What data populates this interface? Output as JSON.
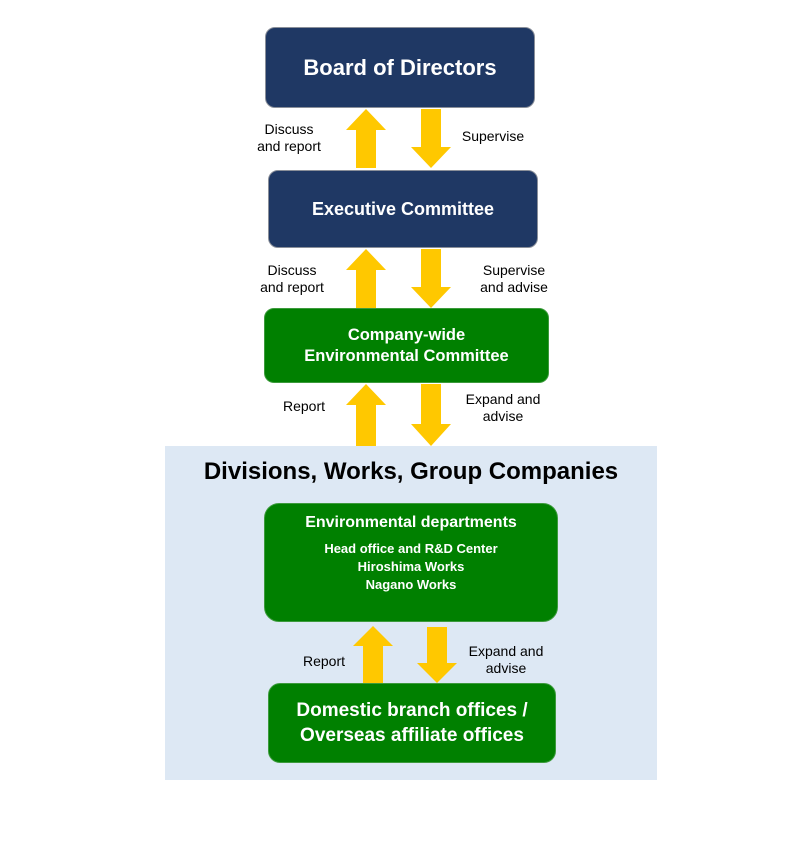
{
  "colors": {
    "navy_box": "#1f3864",
    "green_box": "#008000",
    "arrow": "#ffc800",
    "panel": "#dde8f4"
  },
  "boxes": {
    "board": "Board of Directors",
    "executive": "Executive Committee",
    "company_wide": [
      "Company-wide",
      "Environmental Committee"
    ],
    "env_departments": {
      "title": "Environmental departments",
      "items": [
        "Head office and R&D Center",
        "Hiroshima Works",
        "Nagano Works"
      ]
    },
    "branch": [
      "Domestic branch offices /",
      "Overseas affiliate offices"
    ]
  },
  "group_heading": "Divisions, Works, Group Companies",
  "arrow_labels": {
    "board_exec_up": [
      "Discuss",
      "and report"
    ],
    "board_exec_down": [
      "Supervise"
    ],
    "exec_cwec_up": [
      "Discuss",
      "and report"
    ],
    "exec_cwec_down": [
      "Supervise",
      "and advise"
    ],
    "cwec_div_up": [
      "Report"
    ],
    "cwec_div_down": [
      "Expand and",
      "advise"
    ],
    "env_branch_up": [
      "Report"
    ],
    "env_branch_down": [
      "Expand and",
      "advise"
    ]
  }
}
